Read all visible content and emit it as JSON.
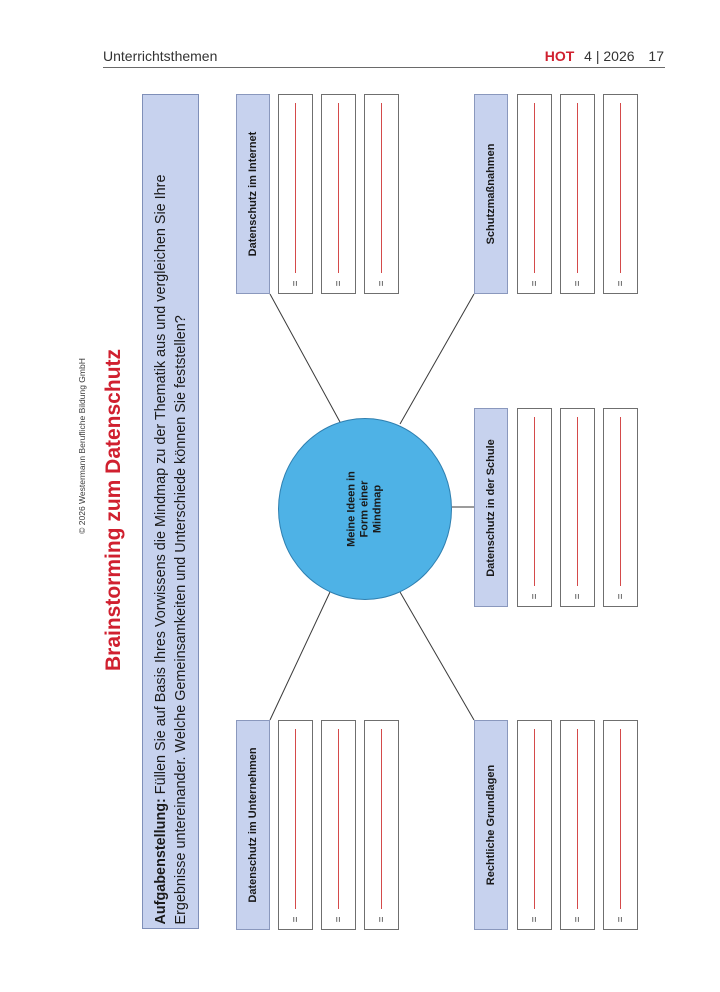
{
  "header": {
    "section": "Unterrichtsthemen",
    "brand": "HOT",
    "issue": "4 | 2026",
    "page_number": "17"
  },
  "copyright": "© 2026 Westermann Berufliche Bildung GmbH",
  "title": "Brainstorming zum Datenschutz",
  "task": {
    "label": "Aufgabenstellung:",
    "text": "Füllen Sie auf Basis Ihres Vorwissens die Mindmap zu der Thematik aus und vergleichen Sie Ihre Ergebnisse untereinander. Welche Gemeinsamkeiten und Unterschiede können Sie feststellen?"
  },
  "mindmap": {
    "center_label": "Meine Ideen in Form einer Mindmap",
    "bullet_mark": "=",
    "topics": [
      "Datenschutz im Internet",
      "Schutzmaßnahmen",
      "Datenschutz in der Schule",
      "Datenschutz im Unternehmen",
      "Rechtliche Grundlagen"
    ]
  },
  "colors": {
    "accent_red": "#d0202f",
    "topic_fill": "#c7d2ee",
    "center_fill": "#4eb2e6",
    "write_line": "#d44a4a"
  }
}
